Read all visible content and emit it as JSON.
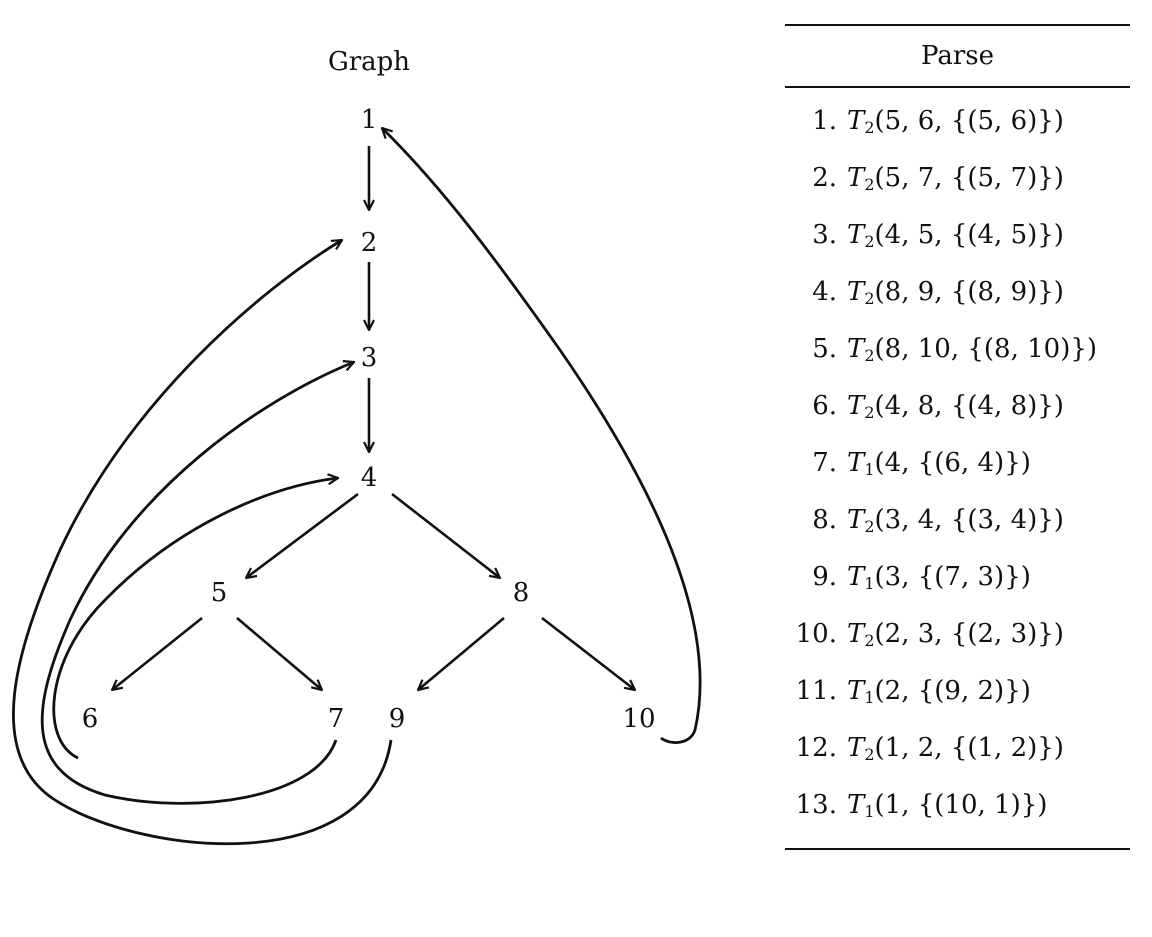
{
  "graph": {
    "title": "Graph",
    "nodes": [
      {
        "id": "1",
        "label": "1"
      },
      {
        "id": "2",
        "label": "2"
      },
      {
        "id": "3",
        "label": "3"
      },
      {
        "id": "4",
        "label": "4"
      },
      {
        "id": "5",
        "label": "5"
      },
      {
        "id": "6",
        "label": "6"
      },
      {
        "id": "7",
        "label": "7"
      },
      {
        "id": "8",
        "label": "8"
      },
      {
        "id": "9",
        "label": "9"
      },
      {
        "id": "10",
        "label": "10"
      }
    ],
    "edges": [
      {
        "from": "1",
        "to": "2",
        "kind": "tree"
      },
      {
        "from": "2",
        "to": "3",
        "kind": "tree"
      },
      {
        "from": "3",
        "to": "4",
        "kind": "tree"
      },
      {
        "from": "4",
        "to": "5",
        "kind": "tree"
      },
      {
        "from": "4",
        "to": "8",
        "kind": "tree"
      },
      {
        "from": "5",
        "to": "6",
        "kind": "tree"
      },
      {
        "from": "5",
        "to": "7",
        "kind": "tree"
      },
      {
        "from": "8",
        "to": "9",
        "kind": "tree"
      },
      {
        "from": "8",
        "to": "10",
        "kind": "tree"
      },
      {
        "from": "6",
        "to": "4",
        "kind": "back"
      },
      {
        "from": "7",
        "to": "3",
        "kind": "back"
      },
      {
        "from": "9",
        "to": "2",
        "kind": "back"
      },
      {
        "from": "10",
        "to": "1",
        "kind": "back"
      }
    ]
  },
  "parse": {
    "header": "Parse",
    "rows": [
      {
        "num": "1.",
        "T": "T",
        "sub": "2",
        "args": "(5, 6, {(5, 6)})"
      },
      {
        "num": "2.",
        "T": "T",
        "sub": "2",
        "args": "(5, 7, {(5, 7)})"
      },
      {
        "num": "3.",
        "T": "T",
        "sub": "2",
        "args": "(4, 5, {(4, 5)})"
      },
      {
        "num": "4.",
        "T": "T",
        "sub": "2",
        "args": "(8, 9, {(8, 9)})"
      },
      {
        "num": "5.",
        "T": "T",
        "sub": "2",
        "args": "(8, 10, {(8, 10)})"
      },
      {
        "num": "6.",
        "T": "T",
        "sub": "2",
        "args": "(4, 8, {(4, 8)})"
      },
      {
        "num": "7.",
        "T": "T",
        "sub": "1",
        "args": "(4, {(6, 4)})"
      },
      {
        "num": "8.",
        "T": "T",
        "sub": "2",
        "args": "(3, 4, {(3, 4)})"
      },
      {
        "num": "9.",
        "T": "T",
        "sub": "1",
        "args": "(3, {(7, 3)})"
      },
      {
        "num": "10.",
        "T": "T",
        "sub": "2",
        "args": "(2, 3, {(2, 3)})"
      },
      {
        "num": "11.",
        "T": "T",
        "sub": "1",
        "args": "(2, {(9, 2)})"
      },
      {
        "num": "12.",
        "T": "T",
        "sub": "2",
        "args": "(1, 2, {(1, 2)})"
      },
      {
        "num": "13.",
        "T": "T",
        "sub": "1",
        "args": "(1, {(10, 1)})"
      }
    ]
  }
}
